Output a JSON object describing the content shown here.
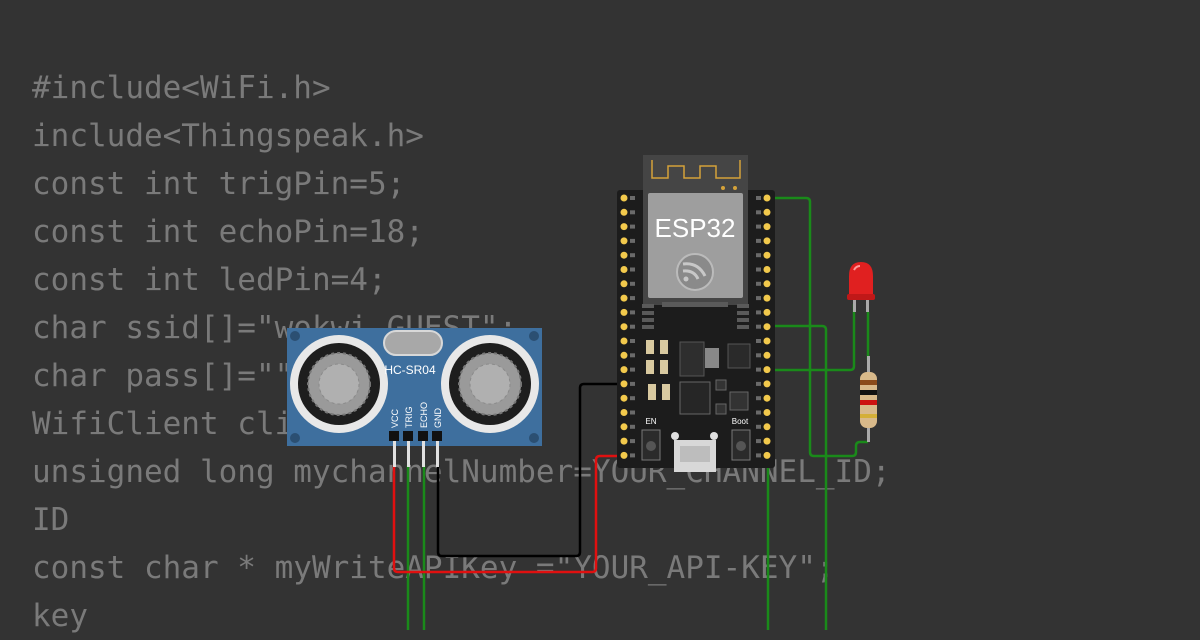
{
  "code": {
    "lines": [
      "#include<WiFi.h>",
      "include<Thingspeak.h>",
      "const int trigPin=5;",
      "const int echoPin=18;",
      "const int ledPin=4;",
      "char ssid[]=\"wokwi-GUEST\";",
      "char pass[]=\"\";",
      "WifiClient client;",
      "unsigned long mychannelNumber=YOUR_CHANNEL_ID;",
      "ID",
      "const char * myWriteAPIKey =\"YOUR_API-KEY\";",
      "key"
    ]
  },
  "sensor": {
    "model": "HC-SR04",
    "pins": [
      "VCC",
      "TRIG",
      "ECHO",
      "GND"
    ]
  },
  "board": {
    "label": "ESP32",
    "en_label": "EN",
    "boot_label": "Boot"
  },
  "colors": {
    "background": "#333333",
    "code_text": "#7a7a7a",
    "wire_green": "#1a8a1a",
    "wire_red": "#e01010",
    "wire_black": "#000000",
    "sensor_board": "#3e6f9e",
    "led": "#e02020"
  }
}
